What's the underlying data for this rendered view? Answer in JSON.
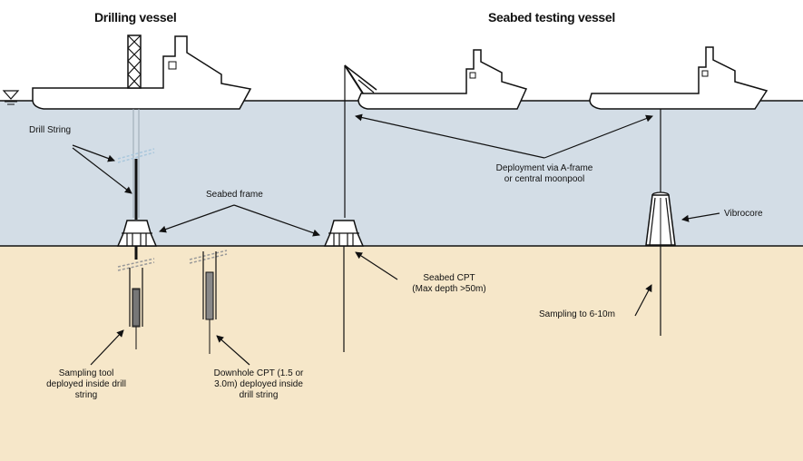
{
  "titles": {
    "drilling_vessel": "Drilling vessel",
    "seabed_testing_vessel": "Seabed testing vessel"
  },
  "labels": {
    "drill_string": "Drill String",
    "seabed_frame": "Seabed frame",
    "deployment_line1": "Deployment via A-frame",
    "deployment_line2": "or central moonpool",
    "vibrocore": "Vibrocore",
    "seabed_cpt_line1": "Seabed CPT",
    "seabed_cpt_line2": "(Max depth >50m)",
    "sampling_depth": "Sampling to 6-10m",
    "sampling_tool_line1": "Sampling tool",
    "sampling_tool_line2": "deployed inside drill",
    "sampling_tool_line3": "string",
    "downhole_cpt_line1": "Downhole CPT (1.5 or",
    "downhole_cpt_line2": "3.0m) deployed inside",
    "downhole_cpt_line3": "drill string"
  },
  "colors": {
    "water": "#d3dde6",
    "seabed": "#f6e7c9",
    "ship_fill": "#ffffff",
    "outline": "#111111",
    "drill_dash": "#a9c7dc"
  },
  "icons": {
    "water_level": "water-level-triangle-icon"
  }
}
